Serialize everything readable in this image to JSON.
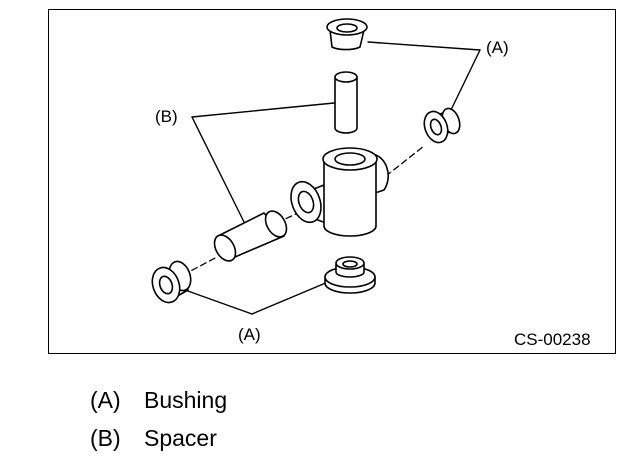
{
  "figure": {
    "code": "CS-00238",
    "callouts": {
      "a_top": "(A)",
      "a_bottom": "(A)",
      "b": "(B)"
    }
  },
  "legend": [
    {
      "key": "(A)",
      "label": "Bushing"
    },
    {
      "key": "(B)",
      "label": "Spacer"
    }
  ]
}
